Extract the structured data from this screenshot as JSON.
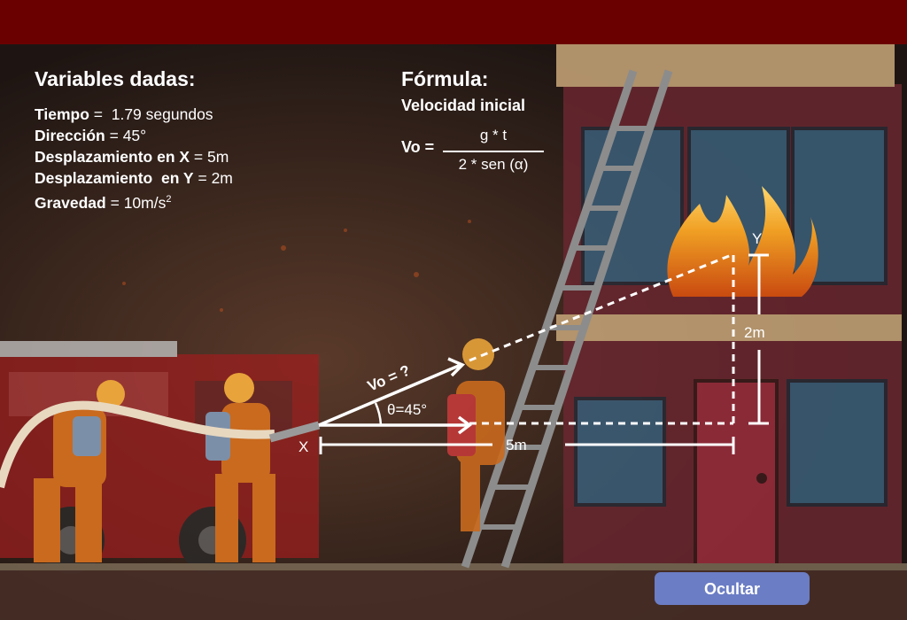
{
  "variables": {
    "heading": "Variables dadas:",
    "items": [
      {
        "label": "Tiempo",
        "sep": " =  ",
        "value": "1.79 segundos"
      },
      {
        "label": "Dirección",
        "sep": " = ",
        "value": "45°"
      },
      {
        "label": "Desplazamiento en X",
        "sep": " = ",
        "value": "5m"
      },
      {
        "label": "Desplazamiento  en Y",
        "sep": " = ",
        "value": "2m"
      },
      {
        "label": "Gravedad",
        "sep": " = ",
        "value": "10m/s",
        "sup": "2"
      }
    ]
  },
  "formula": {
    "heading": "Fórmula:",
    "subtitle": "Velocidad inicial",
    "lhs": "Vo =",
    "numerator": "g * t",
    "denominator": "2 * sen (α)"
  },
  "diagram": {
    "vo_label": "Vo = ?",
    "angle_label": "θ=45°",
    "x_label": "X",
    "y_label": "Y",
    "x_distance": "5m",
    "y_distance": "2m"
  },
  "controls": {
    "hide_label": "Ocultar"
  },
  "colors": {
    "topbar": "#6b0000",
    "button": "#6b7dc4",
    "text": "#ffffff"
  }
}
